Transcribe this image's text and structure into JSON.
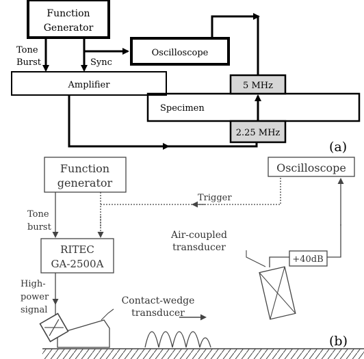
{
  "panel_a": {
    "label": "(a)",
    "function_generator": [
      "Function",
      "Generator"
    ],
    "tone_burst": [
      "Tone",
      "Burst"
    ],
    "sync": "Sync",
    "oscilloscope": "Oscilloscope",
    "amplifier": "Amplifier",
    "specimen": "Specimen",
    "freq_top": "5 MHz",
    "freq_bottom": "2.25 MHz"
  },
  "panel_b": {
    "label": "(b)",
    "function_generator": [
      "Function",
      "generator"
    ],
    "oscilloscope": "Oscilloscope",
    "trigger": "Trigger",
    "tone_burst": [
      "Tone",
      "burst"
    ],
    "ritec": [
      "RITEC",
      "GA-2500A"
    ],
    "high_power_signal": [
      "High-",
      "power",
      "signal"
    ],
    "air_coupled": [
      "Air-coupled",
      "transducer"
    ],
    "gain": "+40dB",
    "contact_wedge": [
      "Contact-wedge",
      "transducer"
    ]
  }
}
